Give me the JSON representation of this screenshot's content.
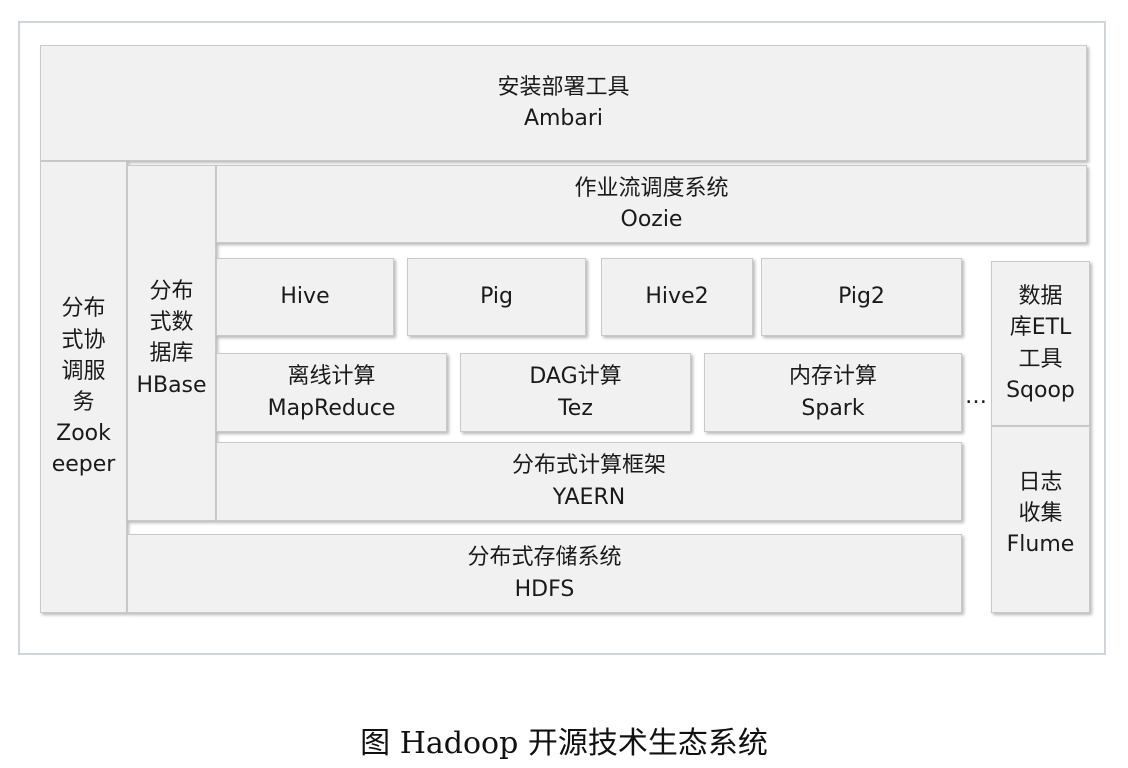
{
  "ambari": {
    "cn": "安装部署工具",
    "en": "Ambari"
  },
  "zookeeper": {
    "cn_lines": [
      "分布",
      "式协",
      "调服",
      "务"
    ],
    "en_lines": [
      "Zook",
      "eeper"
    ]
  },
  "hbase": {
    "cn_lines": [
      "分布",
      "式数",
      "据库"
    ],
    "en": "HBase"
  },
  "oozie": {
    "cn": "作业流调度系统",
    "en": "Oozie"
  },
  "tools": {
    "hive": "Hive",
    "pig": "Pig",
    "hive2": "Hive2",
    "pig2": "Pig2"
  },
  "mapreduce": {
    "cn": "离线计算",
    "en": "MapReduce"
  },
  "tez": {
    "cn": "DAG计算",
    "en": "Tez"
  },
  "spark": {
    "cn": "内存计算",
    "en": "Spark"
  },
  "more": "…",
  "yarn": {
    "cn": "分布式计算框架",
    "en": "YAERN"
  },
  "hdfs": {
    "cn": "分布式存储系统",
    "en": "HDFS"
  },
  "sqoop": {
    "cn_lines": [
      "数据",
      "库ETL",
      "工具"
    ],
    "en": "Sqoop"
  },
  "flume": {
    "cn_lines": [
      "日志",
      "收集"
    ],
    "en": "Flume"
  },
  "caption": "图 Hadoop 开源技术生态系统"
}
